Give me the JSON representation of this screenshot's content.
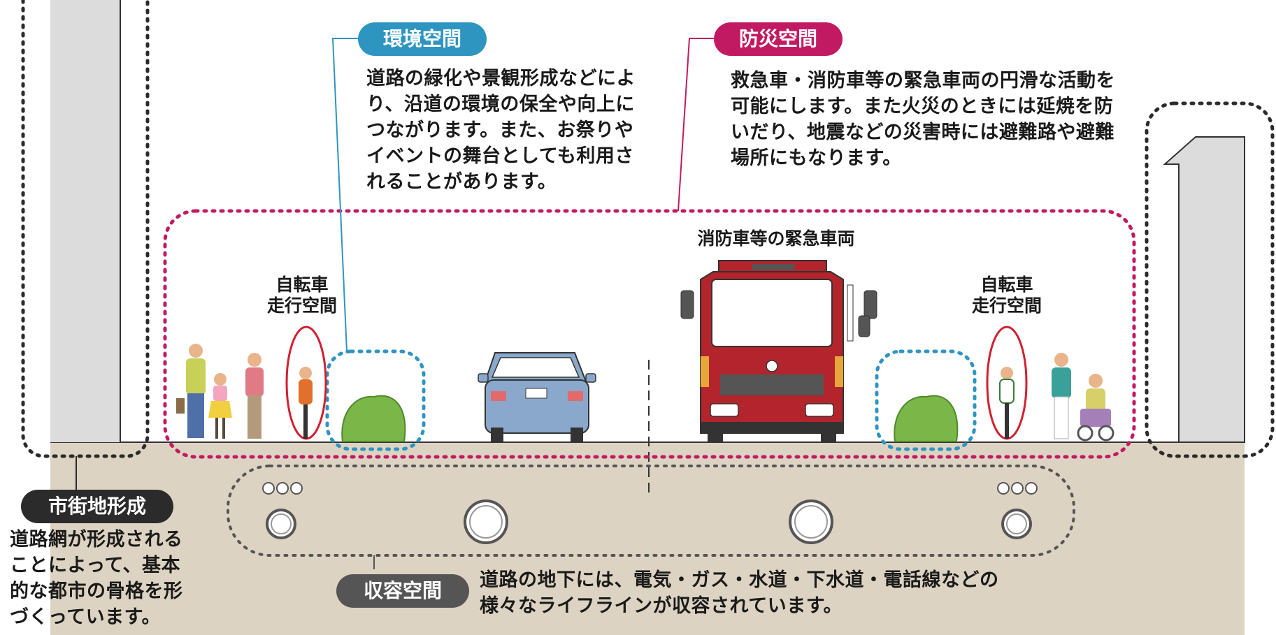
{
  "environment": {
    "title": "環境空間",
    "lines": [
      "道路の緑化や景観形成などによ",
      "り、沿道の環境の保全や向上に",
      "つながります。また、お祭りや",
      "イベントの舞台としても利用さ",
      "れることがあります。"
    ]
  },
  "disaster": {
    "title": "防災空間",
    "lines": [
      "救急車・消防車等の緊急車両の円滑な活動を",
      "可能にします。また火災のときには延焼を防",
      "いだり、地震などの災害時には避難路や避難",
      "場所にもなります。"
    ]
  },
  "emergency_vehicle_label": "消防車等の緊急車両",
  "bicycle_left": {
    "line1": "自転車",
    "line2": "走行空間"
  },
  "bicycle_right": {
    "line1": "自転車",
    "line2": "走行空間"
  },
  "urban": {
    "title": "市街地形成",
    "lines": [
      "道路網が形成される",
      "ことによって、基本",
      "的な都市の骨格を形",
      "づくっています。"
    ]
  },
  "accommodation": {
    "title": "収容空間",
    "lines": [
      "道路の地下には、電気・ガス・水道・下水道・電話線などの",
      "様々なライフラインが収容されています。"
    ]
  },
  "colors": {
    "environment": "#2e95c0",
    "disaster": "#c21a62",
    "urban": "#2b2b2b",
    "accommodation": "#555555",
    "ground": "#ddd3c2",
    "fire_truck": "#b3242c",
    "car": "#89a8cb",
    "bush": "#7ab648"
  }
}
